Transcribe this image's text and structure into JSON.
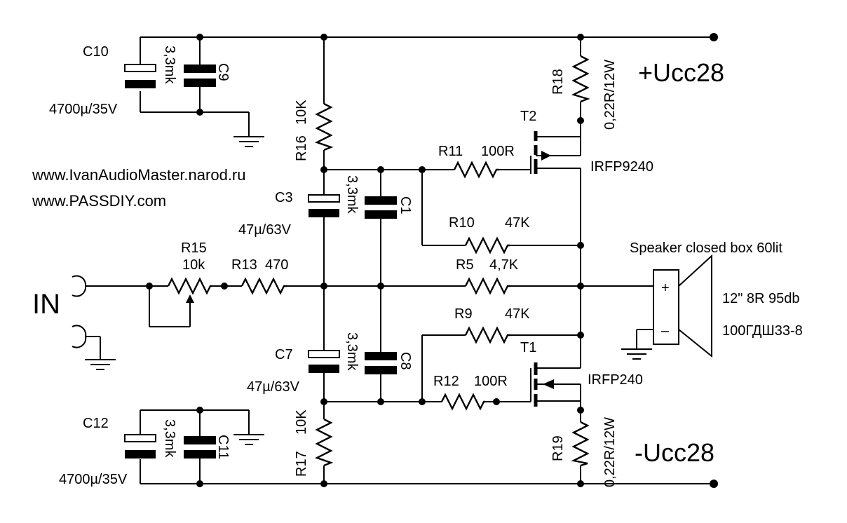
{
  "title_text": {
    "url1": "www.IvanAudioMaster.narod.ru",
    "url2": "www.PASSDIY.com"
  },
  "rails": {
    "positive": "+Ucc28",
    "negative": "-Ucc28"
  },
  "input": {
    "label": "IN"
  },
  "components": {
    "c10": {
      "ref": "C10",
      "value": "4700µ/35V"
    },
    "c9": {
      "ref": "C9",
      "value": "3,3mk"
    },
    "c12": {
      "ref": "C12",
      "value": "4700µ/35V"
    },
    "c11": {
      "ref": "C11",
      "value": "3,3mk"
    },
    "c3": {
      "ref": "C3",
      "value": "47µ/63V"
    },
    "c1": {
      "ref": "C1",
      "value": "3,3mk"
    },
    "c7": {
      "ref": "C7",
      "value": "47µ/63V"
    },
    "c8": {
      "ref": "C8",
      "value": "3,3mk"
    },
    "r16": {
      "ref": "R16",
      "value": "10K"
    },
    "r17": {
      "ref": "R17",
      "value": "10K"
    },
    "r15": {
      "ref": "R15",
      "value": "10k"
    },
    "r13": {
      "ref": "R13",
      "value": "470"
    },
    "r11": {
      "ref": "R11",
      "value": "100R"
    },
    "r12": {
      "ref": "R12",
      "value": "100R"
    },
    "r10": {
      "ref": "R10",
      "value": "47K"
    },
    "r9": {
      "ref": "R9",
      "value": "47K"
    },
    "r5": {
      "ref": "R5",
      "value": "4,7K"
    },
    "r18": {
      "ref": "R18",
      "value": "0,22R/12W"
    },
    "r19": {
      "ref": "R19",
      "value": "0,22R/12W"
    },
    "t2": {
      "ref": "T2",
      "value": "IRFP9240"
    },
    "t1": {
      "ref": "T1",
      "value": "IRFP240"
    }
  },
  "speaker": {
    "title": "Speaker closed box 60lit",
    "spec1": "12\" 8R 95db",
    "spec2": "100ГДШ33-8",
    "plus": "+",
    "minus": "–"
  }
}
